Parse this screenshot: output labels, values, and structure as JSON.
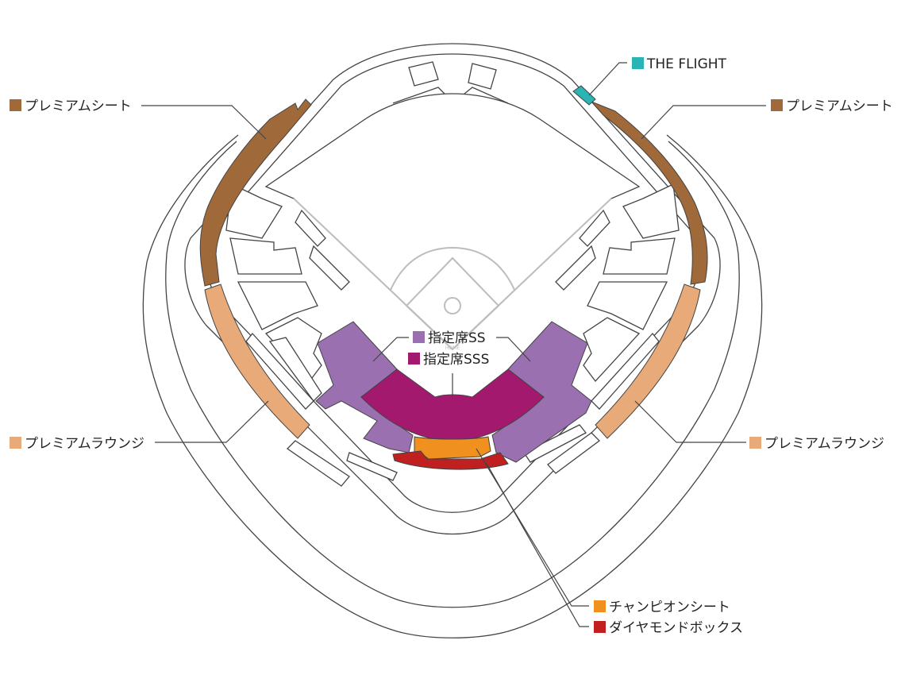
{
  "legend": {
    "premium_seat_left": {
      "label": "プレミアムシート",
      "color": "#a0693a"
    },
    "premium_seat_right": {
      "label": "プレミアムシート",
      "color": "#a0693a"
    },
    "the_flight": {
      "label": "THE FLIGHT",
      "color": "#2bb4b4"
    },
    "premium_lounge_left": {
      "label": "プレミアムラウンジ",
      "color": "#e8aa78"
    },
    "premium_lounge_right": {
      "label": "プレミアムラウンジ",
      "color": "#e8aa78"
    },
    "reserved_ss": {
      "label": "指定席SS",
      "color": "#9a70b0"
    },
    "reserved_sss": {
      "label": "指定席SSS",
      "color": "#a3196e"
    },
    "champion_seat": {
      "label": "チャンピオンシート",
      "color": "#f0901f"
    },
    "diamond_box": {
      "label": "ダイヤモンドボックス",
      "color": "#c0201f"
    }
  },
  "field_marking": "HOME"
}
